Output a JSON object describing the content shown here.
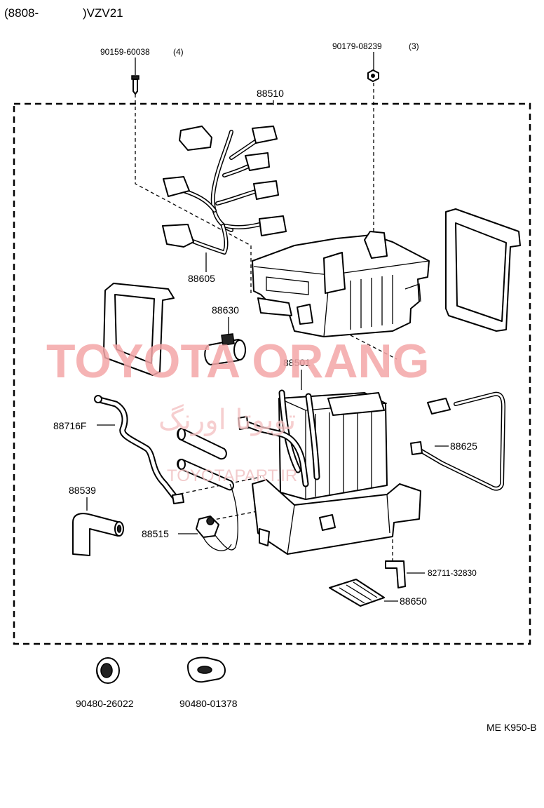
{
  "header": {
    "model_range_open": "(8808-",
    "model_range_close": ")VZV21"
  },
  "parts": {
    "screw": {
      "number": "90159-60038",
      "qty": "(4)"
    },
    "nut": {
      "number": "90179-08239",
      "qty": "(3)"
    },
    "unit_assy": "88510",
    "wire_harness": "88605",
    "thermistor": "88630",
    "evaporator": "88501",
    "hose_f": "88716F",
    "drain_hose": "88539",
    "expansion_valve": "88515",
    "sensor_wire": "88625",
    "bracket": "82711-32830",
    "amplifier": "88650",
    "grommet_1": "90480-26022",
    "grommet_2": "90480-01378"
  },
  "footer": {
    "diagram_code": "ME K950-B"
  },
  "watermark": {
    "brand": "TOYOTA ORANG",
    "persian": "تويوتا اورنگ",
    "url": "TOYOTAPART.IR"
  }
}
